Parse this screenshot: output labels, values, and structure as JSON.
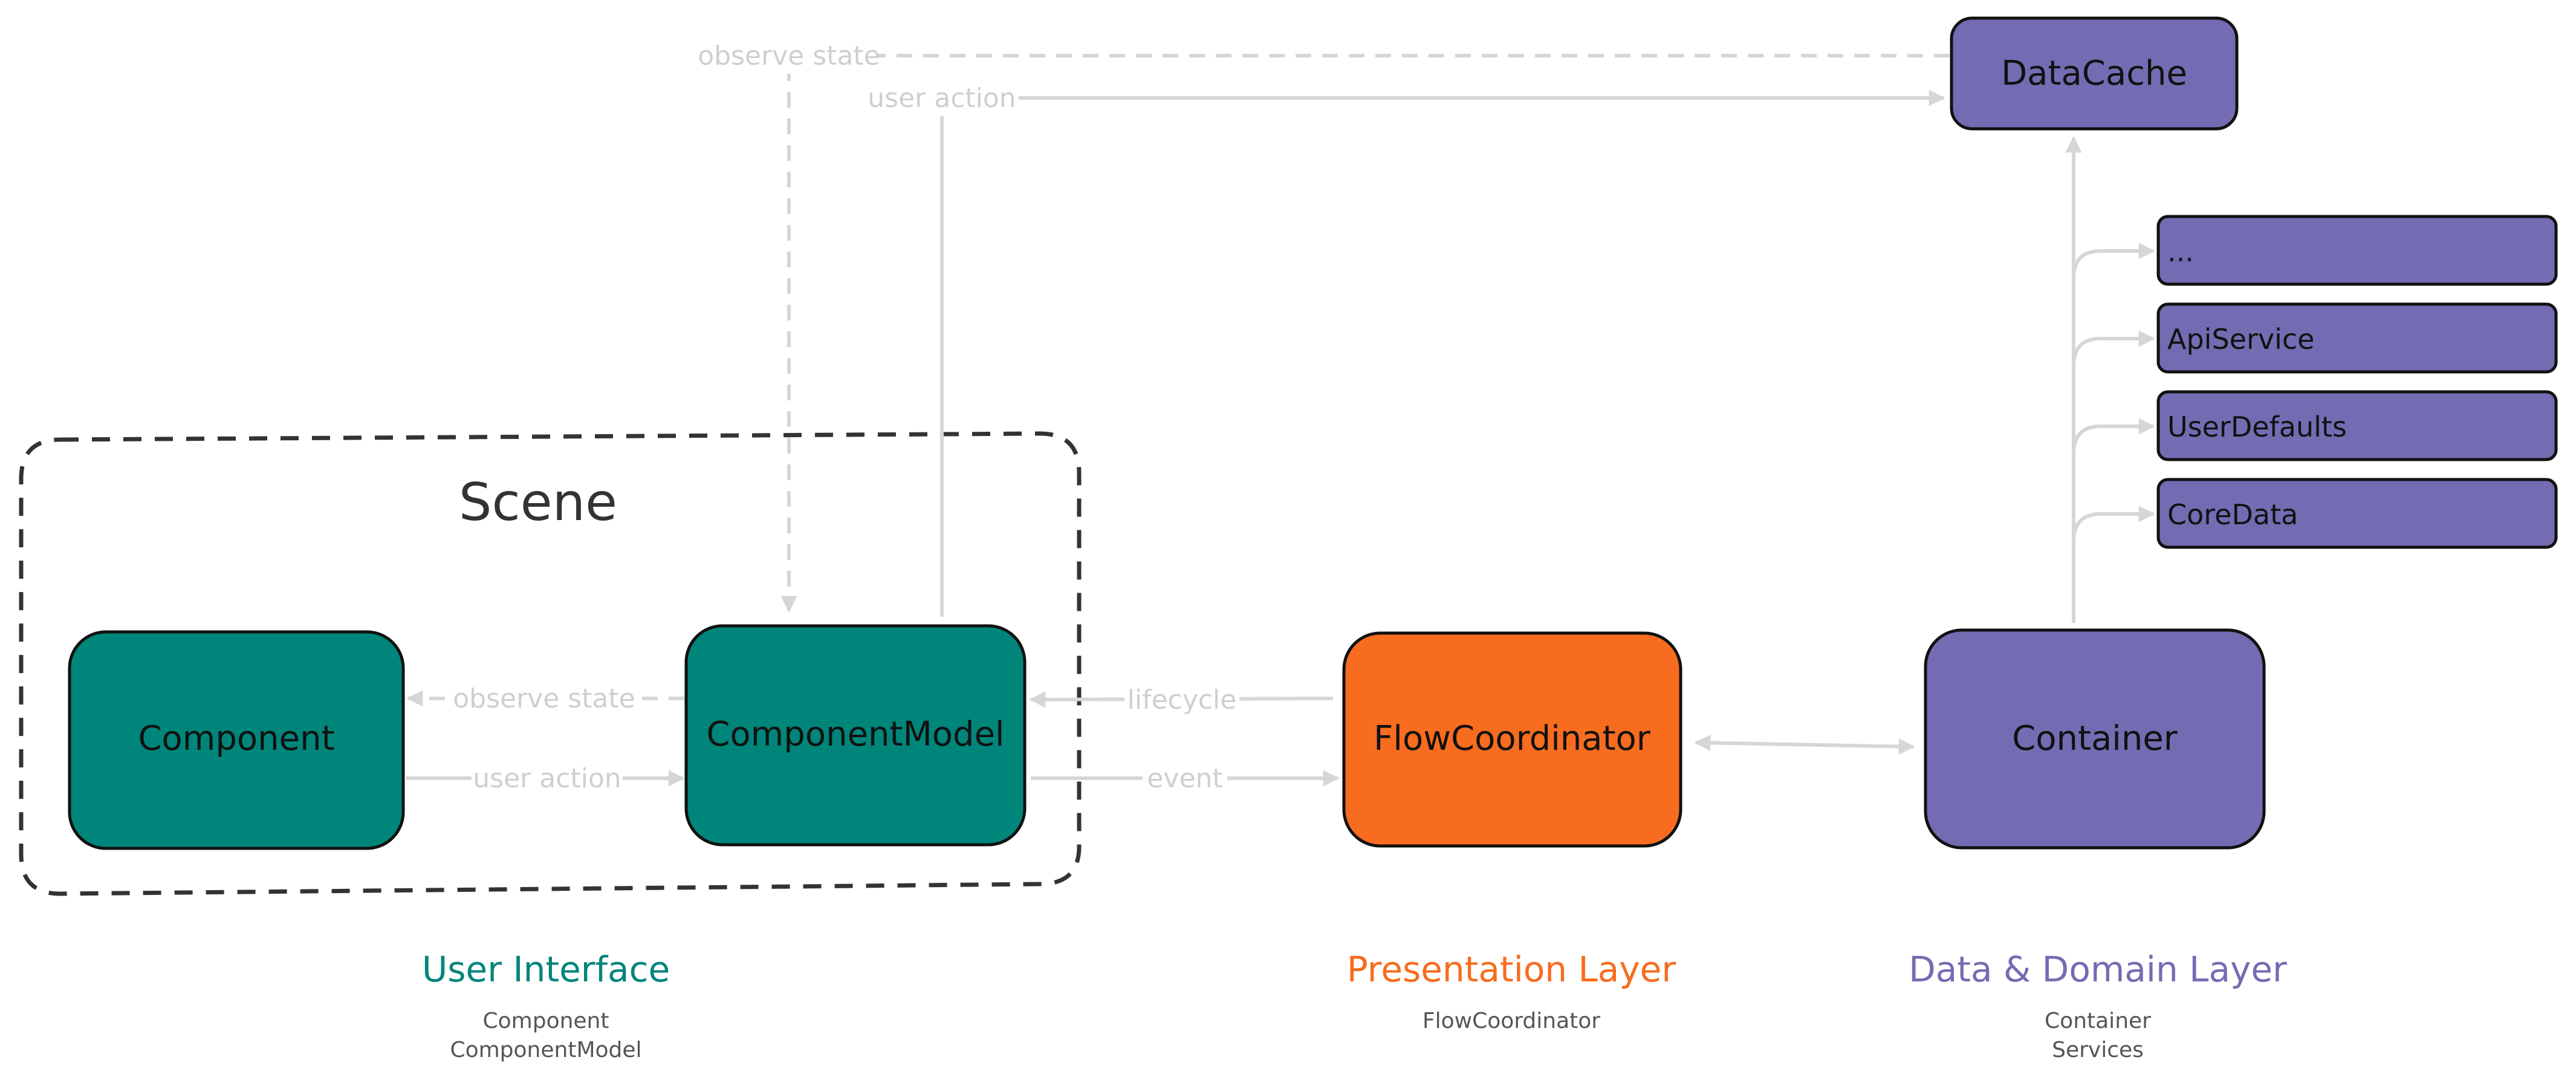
{
  "colors": {
    "teal": "#00857A",
    "orange": "#F76C1E",
    "purple": "#736CB3",
    "connector": "#D6D6D6",
    "edge_label": "#CFCFCF",
    "scene_border": "#333333",
    "node_border": "#111111",
    "caption_text": "#555555"
  },
  "scene": {
    "title": "Scene"
  },
  "nodes": {
    "component": "Component",
    "component_model": "ComponentModel",
    "flow_coordinator": "FlowCoordinator",
    "container": "Container",
    "data_cache": "DataCache",
    "services": [
      "...",
      "ApiService",
      "UserDefaults",
      "CoreData"
    ]
  },
  "edges": {
    "observe_state_top": "observe state",
    "user_action_top": "user action",
    "observe_state_inner": "observe state",
    "user_action_inner": "user action",
    "lifecycle": "lifecycle",
    "event": "event"
  },
  "layers": {
    "ui": {
      "title": "User Interface",
      "lines": [
        "Component",
        "ComponentModel"
      ]
    },
    "presentation": {
      "title": "Presentation Layer",
      "lines": [
        "FlowCoordinator"
      ]
    },
    "data": {
      "title": "Data & Domain Layer",
      "lines": [
        "Container",
        "Services"
      ]
    }
  }
}
